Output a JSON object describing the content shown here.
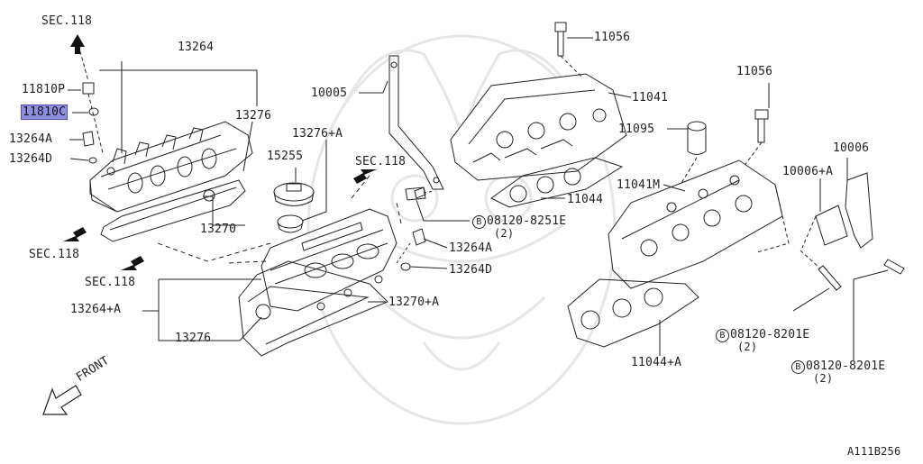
{
  "diagram": {
    "parts": {
      "sec118_top": "SEC.118",
      "p13264": "13264",
      "p11810P": "11810P",
      "p11810C": "11810C",
      "p13276_top": "13276",
      "p13264A_left": "13264A",
      "p13264D_left": "13264D",
      "p13276A": "13276+A",
      "p15255": "15255",
      "p13270": "13270",
      "sec118_left": "SEC.118",
      "sec118_mid": "SEC.118",
      "sec118_center": "SEC.118",
      "p13264plusA": "13264+A",
      "p13276_bottom": "13276",
      "p10005": "10005",
      "p11056_top": "11056",
      "p11041": "11041",
      "p11095": "11095",
      "p11044": "11044",
      "bolt_8251E": "08120-8251E",
      "bolt_8251E_qty": "(2)",
      "p13264A_mid": "13264A",
      "p13264D_mid": "13264D",
      "p13270A": "13270+A",
      "p11056_right": "11056",
      "p11041M": "11041M",
      "p10006": "10006",
      "p10006A": "10006+A",
      "bolt_8201E_a": "08120-8201E",
      "bolt_8201E_a_qty": "(2)",
      "bolt_8201E_b": "08120-8201E",
      "bolt_8201E_b_qty": "(2)",
      "p11044A": "11044+A",
      "front": "FRONT",
      "bolt_symbol": "B",
      "ref_code": "A111B256"
    }
  }
}
